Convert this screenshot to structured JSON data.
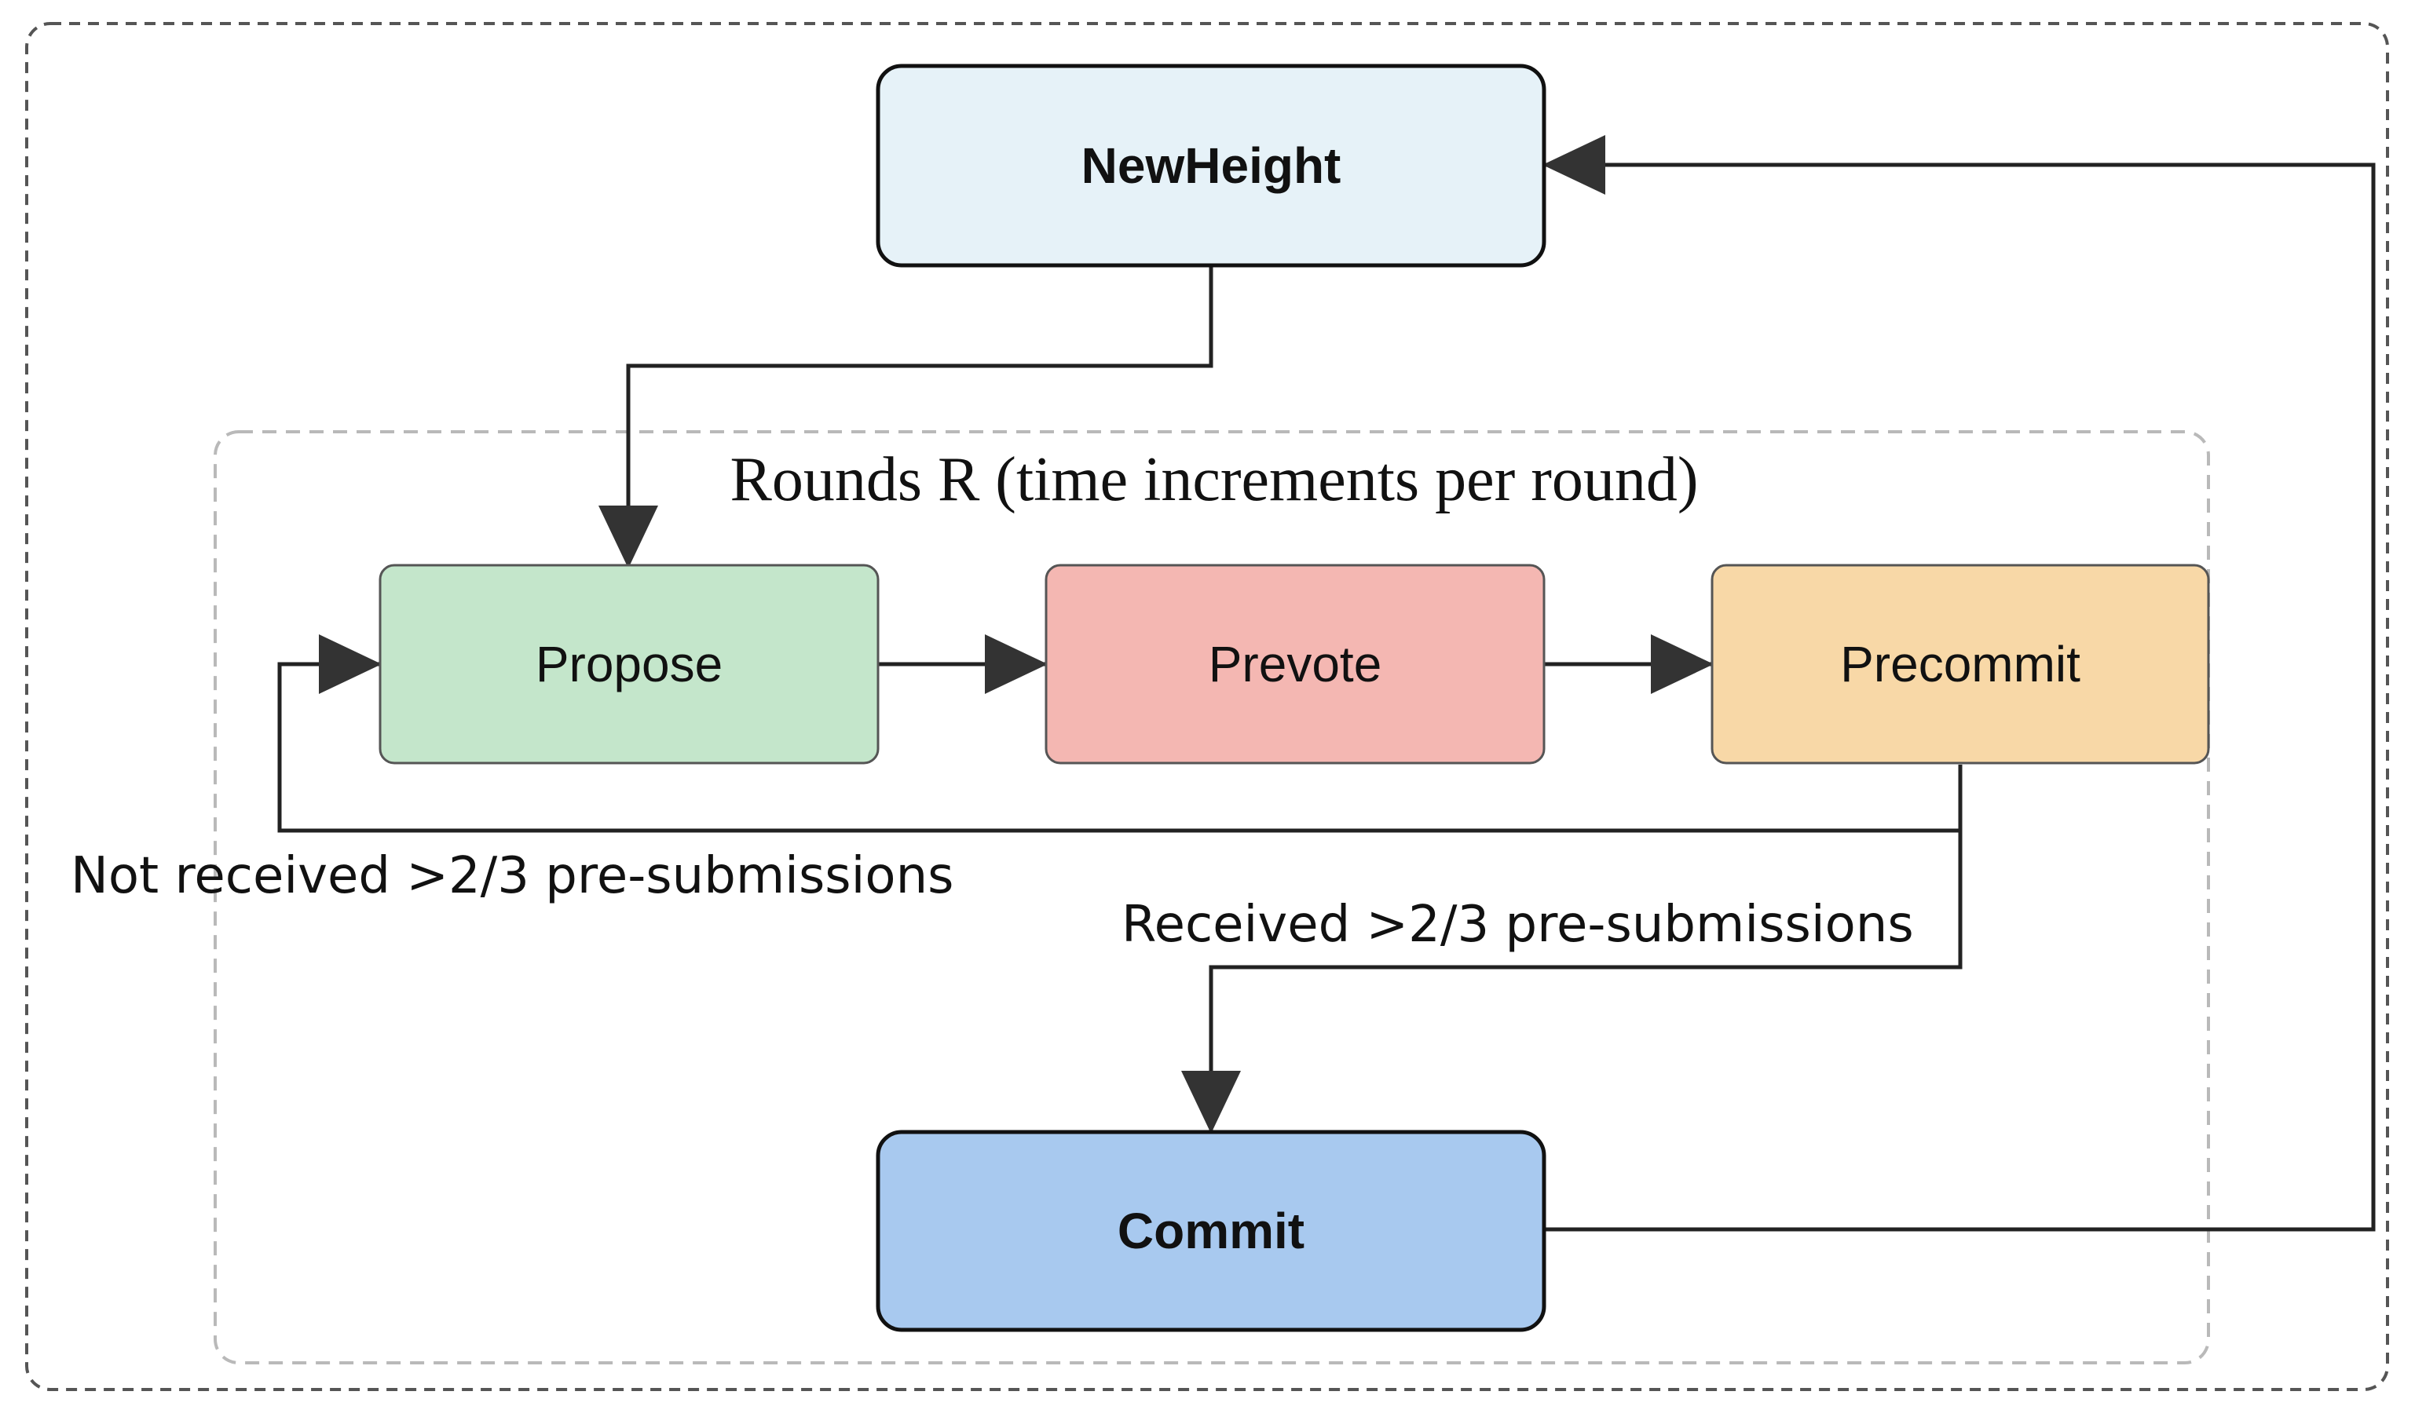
{
  "diagram": {
    "group_label": "Rounds R (time increments per round)",
    "nodes": {
      "newheight": {
        "label": "NewHeight",
        "fill": "#e6f2f8"
      },
      "propose": {
        "label": "Propose",
        "fill": "#c4e6cb"
      },
      "prevote": {
        "label": "Prevote",
        "fill": "#f4b7b2"
      },
      "precommit": {
        "label": "Precommit",
        "fill": "#f8d8a7"
      },
      "commit": {
        "label": "Commit",
        "fill": "#a8c9ef"
      }
    },
    "edges": {
      "not_received": "Not received >2/3 pre-submissions",
      "received": "Received >2/3 pre-submissions"
    }
  }
}
